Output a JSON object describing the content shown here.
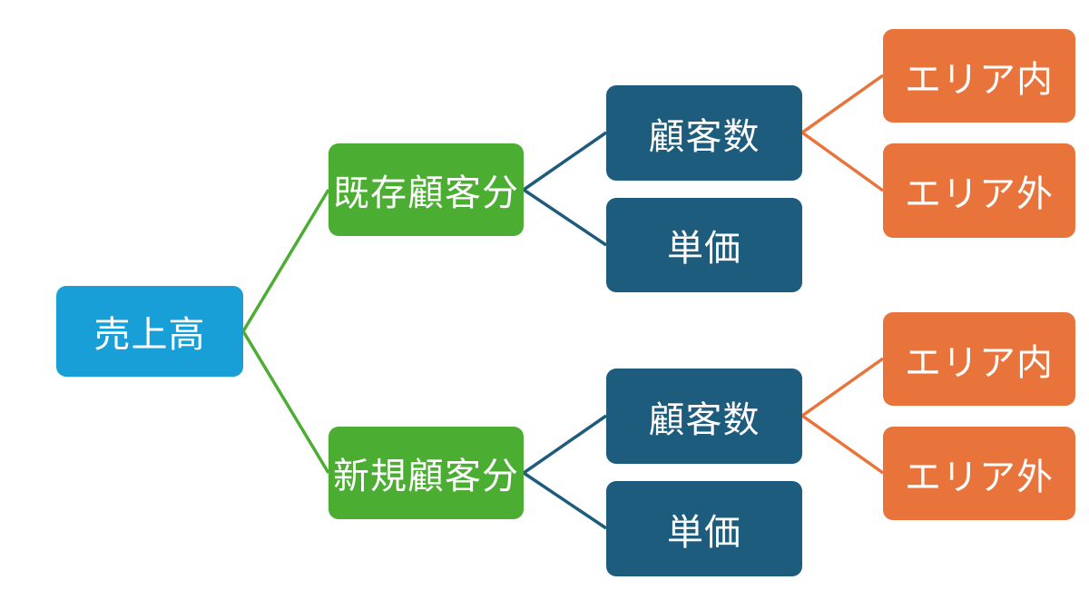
{
  "diagram": {
    "type": "logic-tree",
    "background_color": "#FFFFFF",
    "colors": {
      "root": "#189FD8",
      "level1": "#4CAD33",
      "level2": "#1E5C7D",
      "level3": "#E8743C",
      "text": "#FFFFFF"
    },
    "nodes": {
      "root": {
        "label": "売上高",
        "color": "#189FD8",
        "level": 0
      },
      "existing": {
        "label": "既存顧客分",
        "color": "#4CAD33",
        "level": 1
      },
      "new": {
        "label": "新規顧客分",
        "color": "#4CAD33",
        "level": 1
      },
      "existing_customers": {
        "label": "顧客数",
        "color": "#1E5C7D",
        "level": 2
      },
      "existing_unit_price": {
        "label": "単価",
        "color": "#1E5C7D",
        "level": 2
      },
      "new_customers": {
        "label": "顧客数",
        "color": "#1E5C7D",
        "level": 2
      },
      "new_unit_price": {
        "label": "単価",
        "color": "#1E5C7D",
        "level": 2
      },
      "existing_in_area": {
        "label": "エリア内",
        "color": "#E8743C",
        "level": 3
      },
      "existing_out_area": {
        "label": "エリア外",
        "color": "#E8743C",
        "level": 3
      },
      "new_in_area": {
        "label": "エリア内",
        "color": "#E8743C",
        "level": 3
      },
      "new_out_area": {
        "label": "エリア外",
        "color": "#E8743C",
        "level": 3
      }
    },
    "edges": [
      {
        "from": "root",
        "to": "existing",
        "color": "#4CAD33"
      },
      {
        "from": "root",
        "to": "new",
        "color": "#4CAD33"
      },
      {
        "from": "existing",
        "to": "existing_customers",
        "color": "#1E5C7D"
      },
      {
        "from": "existing",
        "to": "existing_unit_price",
        "color": "#1E5C7D"
      },
      {
        "from": "new",
        "to": "new_customers",
        "color": "#1E5C7D"
      },
      {
        "from": "new",
        "to": "new_unit_price",
        "color": "#1E5C7D"
      },
      {
        "from": "existing_customers",
        "to": "existing_in_area",
        "color": "#E8743C"
      },
      {
        "from": "existing_customers",
        "to": "existing_out_area",
        "color": "#E8743C"
      },
      {
        "from": "new_customers",
        "to": "new_in_area",
        "color": "#E8743C"
      },
      {
        "from": "new_customers",
        "to": "new_out_area",
        "color": "#E8743C"
      }
    ]
  }
}
